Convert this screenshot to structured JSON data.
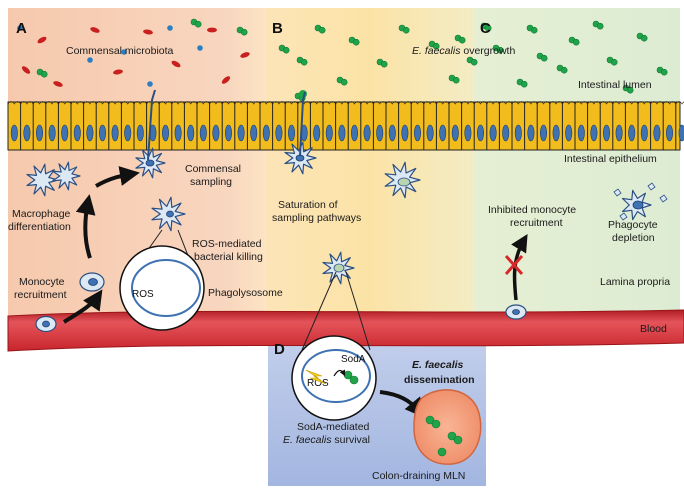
{
  "panels": {
    "a": "A",
    "b": "B",
    "c": "C",
    "d": "D"
  },
  "panel_a": {
    "microbiota": "Commensal microbiota",
    "sampling_1": "Commensal",
    "sampling_2": "sampling",
    "macro_1": "Macrophage",
    "macro_2": "differentiation",
    "ros_kill_1": "ROS-mediated",
    "ros_kill_2": "bacterial killing",
    "mono_1": "Monocyte",
    "mono_2": "recruitment",
    "ros": "ROS",
    "phagolysosome": "Phagolysosome"
  },
  "panel_b": {
    "overgrowth_italic": "E. faecalis",
    "overgrowth_rest": " overgrowth",
    "saturation_1": "Saturation of",
    "saturation_2": "sampling pathways"
  },
  "panel_c": {
    "lumen": "Intestinal lumen",
    "epithelium": "Intestinal epithelium",
    "inhibited_1": "Inhibited monocyte",
    "inhibited_2": "recruitment",
    "depletion_1": "Phagocyte",
    "depletion_2": "depletion",
    "lamina": "Lamina propria",
    "blood": "Blood"
  },
  "panel_d": {
    "soda": "SodA",
    "ros": "ROS",
    "dissem_italic": "E. faecalis",
    "dissem_bold": "dissemination",
    "survival_1": "SodA-mediated",
    "survival_2_italic": "E. faecalis",
    "survival_2_rest": " survival",
    "mln": "Colon-draining MLN"
  },
  "colors": {
    "panel_a_bg": "#f6c9ad",
    "panel_b_bg": "#fbe3a6",
    "panel_c_bg": "#dcecd3",
    "panel_d_bg": "#a3b6e0",
    "epithelium": "#f2bd1c",
    "nucleus": "#3f72b3",
    "blood_vessel": "#c8252c",
    "commensal_red": "#c8201e",
    "commensal_blue": "#2d7fc4",
    "e_faecalis": "#21a34a",
    "lymph_node": "#f19773",
    "cell_fill": "#dde8f5",
    "cell_stroke": "#2b4f82"
  }
}
